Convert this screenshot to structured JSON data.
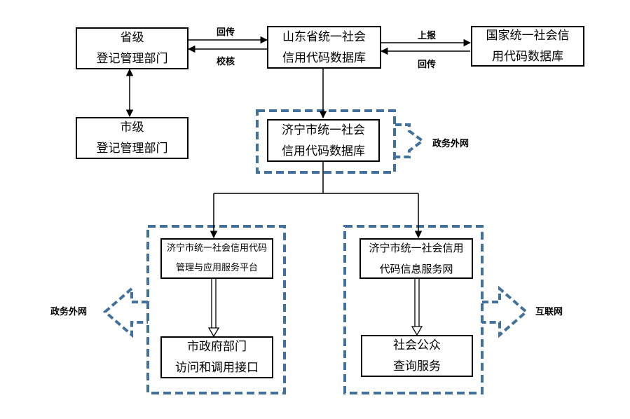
{
  "boxes": {
    "prov_reg": [
      "省级",
      "登记管理部门"
    ],
    "city_reg": [
      "市级",
      "登记管理部门"
    ],
    "sd_db": [
      "山东省统一社会",
      "信用代码数据库"
    ],
    "nat_db": [
      "国家统一社会信",
      "用代码数据库"
    ],
    "jn_db": [
      "济宁市统一社会",
      "信用代码数据库"
    ],
    "platform": [
      "济宁市统一社会信用代码",
      "管理与应用服务平台"
    ],
    "info_net": [
      "济宁市统一社会信用",
      "代码信息服务网"
    ],
    "gov_api": [
      "市政府部门",
      "访问和调用接口"
    ],
    "public": [
      "社会公众",
      "查询服务"
    ]
  },
  "labels": {
    "return1": "回传",
    "verify": "校核",
    "report": "上报",
    "return2": "回传",
    "gov_ext_right": "政务外网",
    "gov_ext_left": "政务外网",
    "internet": "互联网"
  },
  "colors": {
    "dashed": "#41719c",
    "line": "#000000"
  }
}
